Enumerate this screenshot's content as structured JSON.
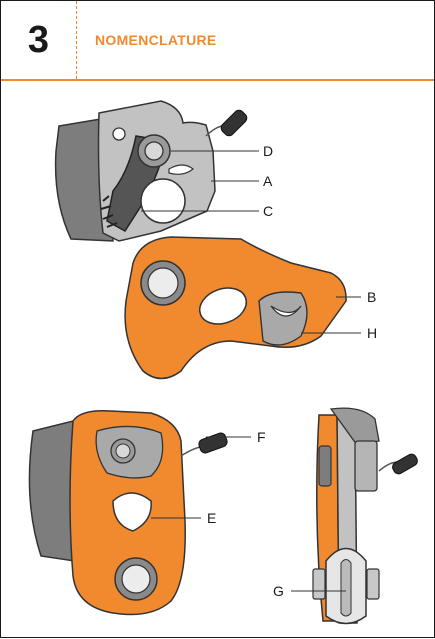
{
  "header": {
    "step_number": "3",
    "title": "NOMENCLATURE"
  },
  "labels": {
    "a": "A",
    "b": "B",
    "c": "C",
    "d": "D",
    "e": "E",
    "f": "F",
    "g": "G",
    "h": "H"
  },
  "colors": {
    "orange": "#f18a2e",
    "grey_plate": "#bdbdbd",
    "dark_grey": "#7d7d7d",
    "outline": "#333333"
  }
}
